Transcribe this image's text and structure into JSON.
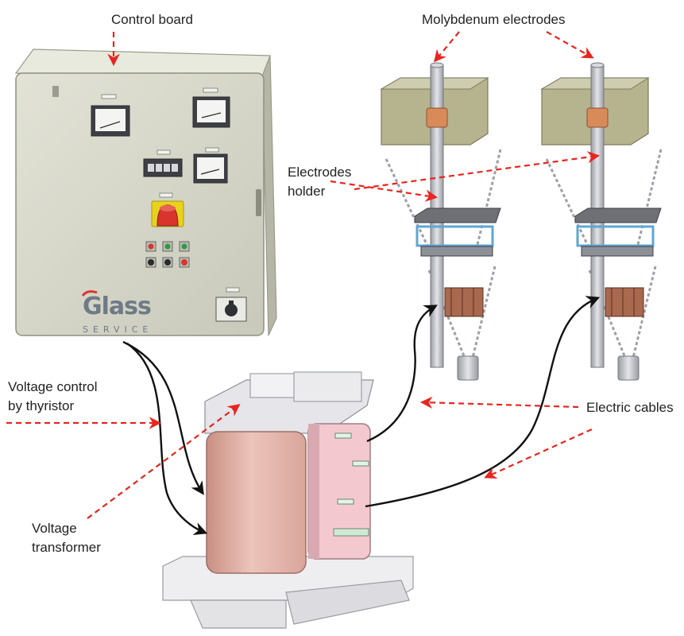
{
  "labels": {
    "control_board": "Control board",
    "molybdenum_electrodes": "Molybdenum electrodes",
    "electrodes_holder_line1": "Electrodes",
    "electrodes_holder_line2": "holder",
    "voltage_control_line1": "Voltage control",
    "voltage_control_line2": "by thyristor",
    "voltage_transformer_line1": "Voltage",
    "voltage_transformer_line2": "transformer",
    "electric_cables": "Electric cables"
  },
  "logo": {
    "brand": "Glass",
    "subtitle": "SERVICE"
  },
  "colors": {
    "arrow": "#e8251f",
    "cabinet": "#d6d7c9",
    "copper": "#e3b3a8",
    "mold_block": "#b6b38f",
    "steel": "#c9cbd0"
  }
}
